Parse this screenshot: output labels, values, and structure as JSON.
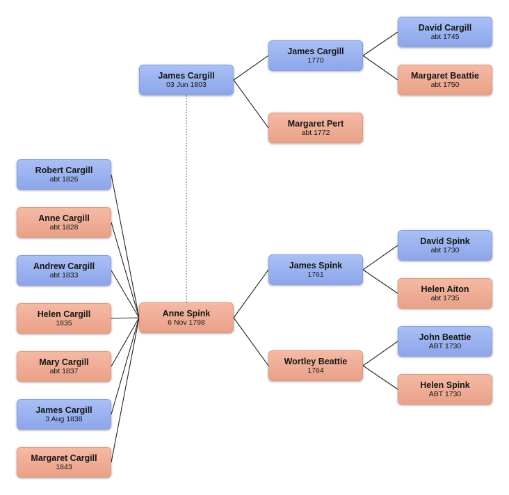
{
  "colors": {
    "male": "#9bb2ef",
    "female": "#efac96",
    "line": "#222222"
  },
  "people": {
    "james_cargill": {
      "name": "James Cargill",
      "date": "03 Jun 1803",
      "sex": "male"
    },
    "anne_spink": {
      "name": "Anne Spink",
      "date": "6 Nov 1798",
      "sex": "female"
    },
    "james_cargill_1770": {
      "name": "James Cargill",
      "date": "1770",
      "sex": "male"
    },
    "margaret_pert": {
      "name": "Margaret Pert",
      "date": "abt 1772",
      "sex": "female"
    },
    "david_cargill": {
      "name": "David Cargill",
      "date": "abt 1745",
      "sex": "male"
    },
    "margaret_beattie": {
      "name": "Margaret Beattie",
      "date": "abt 1750",
      "sex": "female"
    },
    "james_spink": {
      "name": "James Spink",
      "date": "1761",
      "sex": "male"
    },
    "wortley_beattie": {
      "name": "Wortley Beattie",
      "date": "1764",
      "sex": "female"
    },
    "david_spink": {
      "name": "David Spink",
      "date": "abt 1730",
      "sex": "male"
    },
    "helen_aiton": {
      "name": "Helen Aiton",
      "date": "abt 1735",
      "sex": "female"
    },
    "john_beattie": {
      "name": "John Beattie",
      "date": "ABT 1730",
      "sex": "male"
    },
    "helen_spink": {
      "name": "Helen Spink",
      "date": "ABT 1730",
      "sex": "female"
    },
    "robert_cargill": {
      "name": "Robert Cargill",
      "date": "abt 1826",
      "sex": "male"
    },
    "anne_cargill": {
      "name": "Anne Cargill",
      "date": "abt 1828",
      "sex": "female"
    },
    "andrew_cargill": {
      "name": "Andrew Cargill",
      "date": "abt 1833",
      "sex": "male"
    },
    "helen_cargill": {
      "name": "Helen Cargill",
      "date": "1835",
      "sex": "female"
    },
    "mary_cargill": {
      "name": "Mary Cargill",
      "date": "abt 1837",
      "sex": "female"
    },
    "james_cargill_1838": {
      "name": "James Cargill",
      "date": "3 Aug 1838",
      "sex": "male"
    },
    "margaret_cargill": {
      "name": "Margaret Cargill",
      "date": "1843",
      "sex": "female"
    }
  }
}
